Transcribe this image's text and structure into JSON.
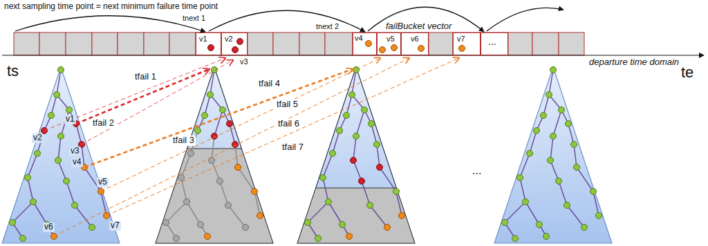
{
  "diagram": {
    "nodes": [
      {
        "text": [
          "v1"
        ]
      },
      {
        "text": [
          "v2",
          "v3"
        ]
      },
      {
        "text": [
          "v4"
        ]
      },
      {
        "text": [
          "v5"
        ]
      },
      {
        "text": [
          "v6"
        ]
      },
      {
        "text": [
          "v7"
        ]
      },
      {
        "text": [
          "..."
        ]
      }
    ],
    "labels": [
      "next sampling time point = next minimum failure time point",
      "tnext 1",
      "tnext 2",
      "failBucket vector",
      "departure time domain",
      "ts",
      "te",
      "v1",
      "v2",
      "v3",
      "v4",
      "v5",
      "v6",
      "v7",
      "tfail 1",
      "tfail 2",
      "tfail 3",
      "tfail 4",
      "tfail 5",
      "tfail 6",
      "tfail 7",
      "..."
    ]
  }
}
